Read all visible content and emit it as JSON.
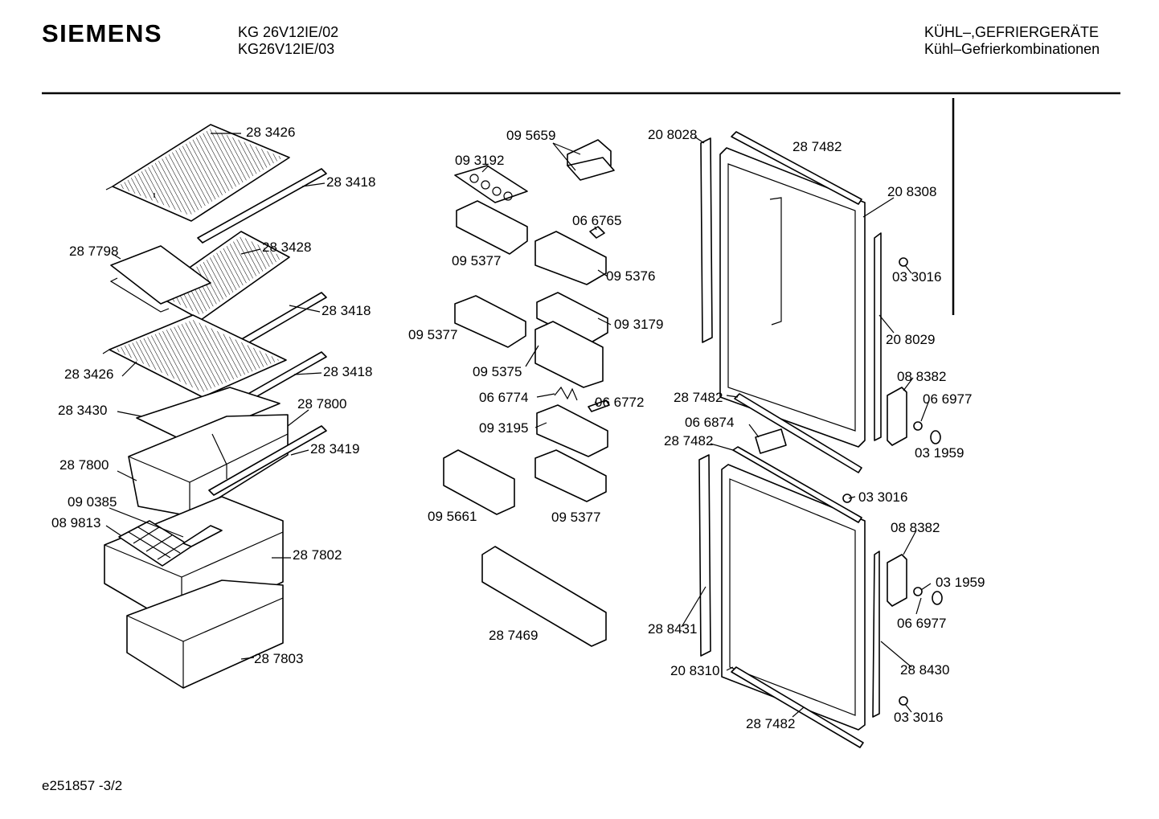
{
  "header": {
    "brand": "SIEMENS",
    "model_line1": "KG 26V12IE/02",
    "model_line2": "KG26V12IE/03",
    "category_line1": "KÜHL–,GEFRIERGERÄTE",
    "category_line2": "Kühl–Gefrierkombinationen"
  },
  "footer": {
    "code": "e251857   -3/2"
  },
  "part_labels": [
    "28 3426",
    "28 3418",
    "28 7798",
    "28 3428",
    "28 3418",
    "28 3426",
    "28 3418",
    "28 3430",
    "28 7800",
    "28 7800",
    "28 3419",
    "09 0385",
    "08 9813",
    "28 7802",
    "28 7803",
    "09 5659",
    "09 3192",
    "06 6765",
    "09 5377",
    "09 5376",
    "09 5377",
    "09 3179",
    "09 5375",
    "06 6774",
    "06 6772",
    "09 3195",
    "09 5661",
    "09 5377",
    "28 7469",
    "20 8028",
    "28 7482",
    "20 8308",
    "03 3016",
    "20 8029",
    "08 8382",
    "06 6977",
    "03 1959",
    "28 7482",
    "06 6874",
    "28 7482",
    "03 3016",
    "08 8382",
    "03 1959",
    "06 6977",
    "28 8431",
    "28 8430",
    "20 8310",
    "03 3016",
    "28 7482"
  ]
}
